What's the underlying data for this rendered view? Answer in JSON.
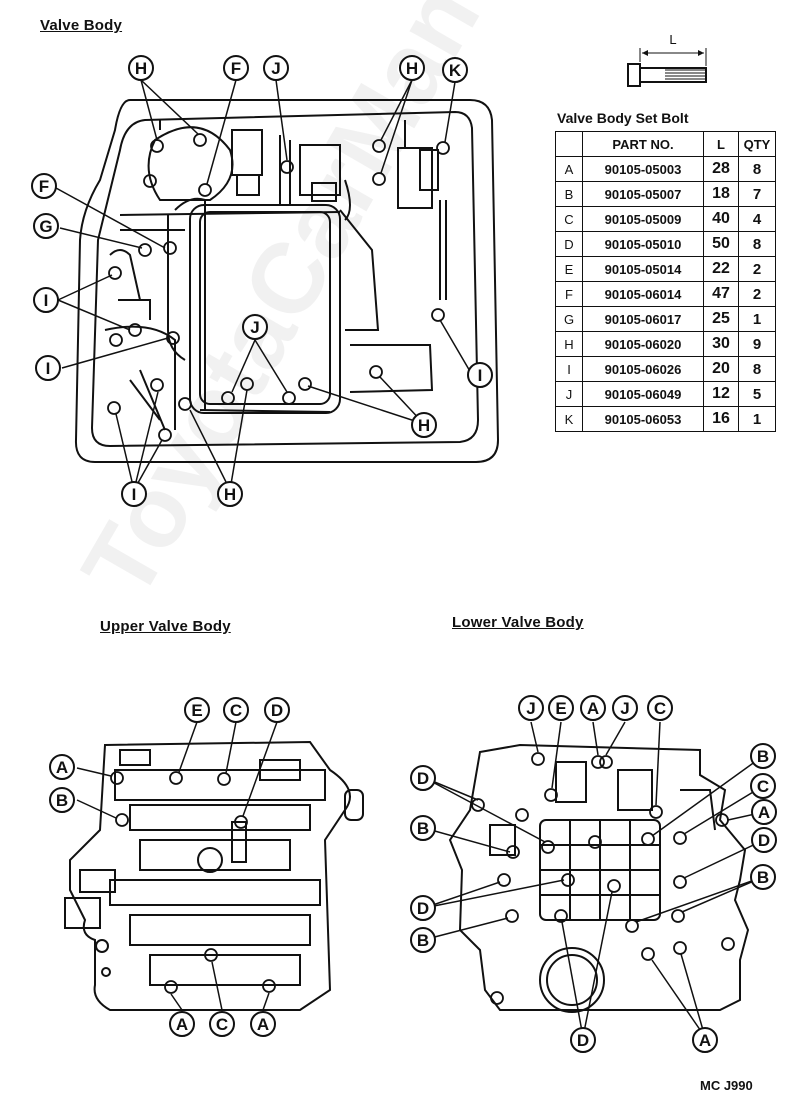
{
  "sections": {
    "valve_body": "Valve Body",
    "upper_valve_body": "Upper Valve Body",
    "lower_valve_body": "Lower Valve Body"
  },
  "bolt_dimension_label": "L",
  "table": {
    "title": "Valve Body Set Bolt",
    "headers": [
      "",
      "PART NO.",
      "L",
      "QTY"
    ],
    "rows": [
      [
        "A",
        "90105-05003",
        "28",
        "8"
      ],
      [
        "B",
        "90105-05007",
        "18",
        "7"
      ],
      [
        "C",
        "90105-05009",
        "40",
        "4"
      ],
      [
        "D",
        "90105-05010",
        "50",
        "8"
      ],
      [
        "E",
        "90105-05014",
        "22",
        "2"
      ],
      [
        "F",
        "90105-06014",
        "47",
        "2"
      ],
      [
        "G",
        "90105-06017",
        "25",
        "1"
      ],
      [
        "H",
        "90105-06020",
        "30",
        "9"
      ],
      [
        "I",
        "90105-06026",
        "20",
        "8"
      ],
      [
        "J",
        "90105-06049",
        "12",
        "5"
      ],
      [
        "K",
        "90105-06053",
        "16",
        "1"
      ]
    ]
  },
  "callouts": {
    "valve_body": [
      "H",
      "F",
      "J",
      "H",
      "K",
      "F",
      "G",
      "I",
      "I",
      "J",
      "I",
      "I",
      "H",
      "H"
    ],
    "upper_valve_body": [
      "E",
      "C",
      "D",
      "A",
      "B",
      "A",
      "C",
      "A"
    ],
    "lower_valve_body": [
      "J",
      "E",
      "A",
      "J",
      "C",
      "B",
      "D",
      "C",
      "A",
      "B",
      "D",
      "D",
      "B",
      "B",
      "D",
      "A"
    ]
  },
  "figure_code": "MC J990",
  "watermark": "ToyotaCarManuals"
}
